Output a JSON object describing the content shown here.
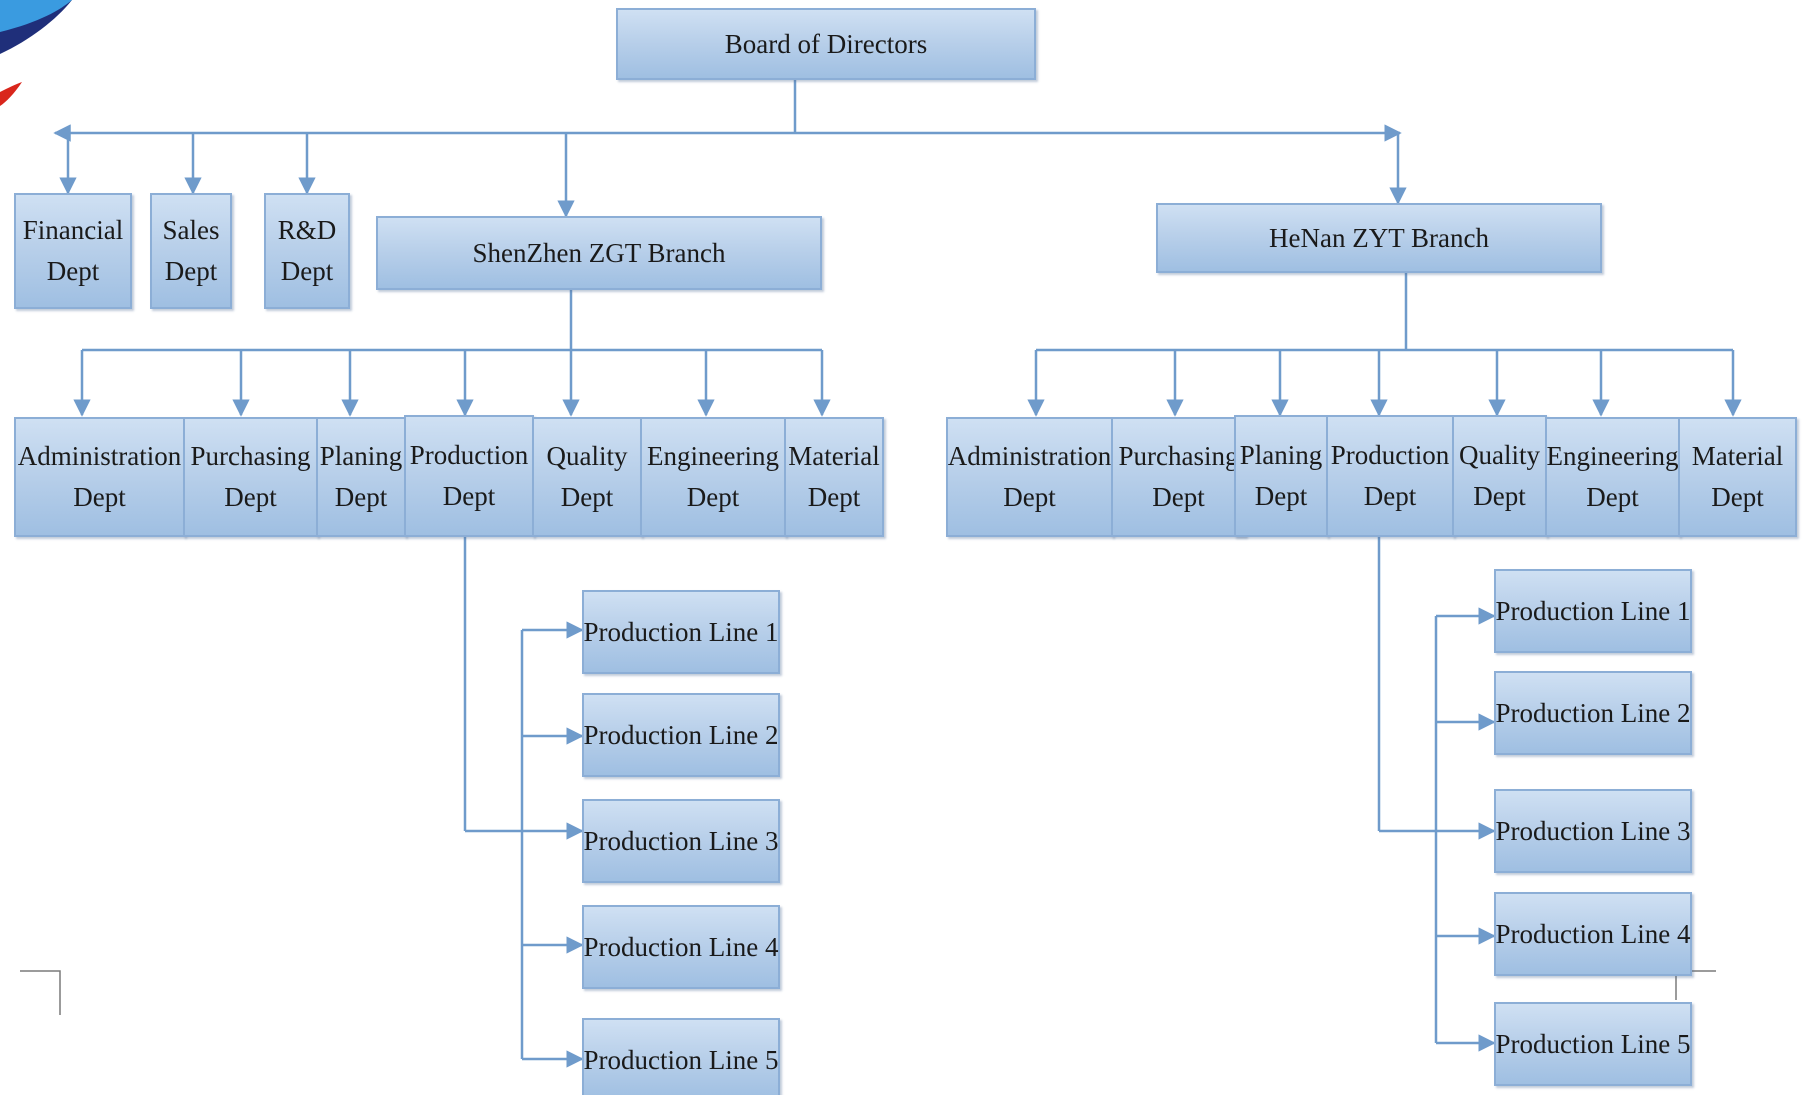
{
  "root": {
    "label": "Board of Directors"
  },
  "hq_departments": [
    {
      "line1": "Financial",
      "line2": "Dept"
    },
    {
      "line1": "Sales",
      "line2": "Dept"
    },
    {
      "line1": "R&D",
      "line2": "Dept"
    }
  ],
  "branches": [
    {
      "name": "ShenZhen ZGT Branch",
      "departments": [
        {
          "line1": "Administration",
          "line2": "Dept"
        },
        {
          "line1": "Purchasing",
          "line2": "Dept"
        },
        {
          "line1": "Planing",
          "line2": "Dept"
        },
        {
          "line1": "Production",
          "line2": "Dept"
        },
        {
          "line1": "Quality",
          "line2": "Dept"
        },
        {
          "line1": "Engineering",
          "line2": "Dept"
        },
        {
          "line1": "Material",
          "line2": "Dept"
        }
      ],
      "production_lines": [
        "Production Line 1",
        "Production Line 2",
        "Production Line 3",
        "Production Line 4",
        "Production Line 5"
      ]
    },
    {
      "name": "HeNan ZYT Branch",
      "departments": [
        {
          "line1": "Administration",
          "line2": "Dept"
        },
        {
          "line1": "Purchasing",
          "line2": "Dept"
        },
        {
          "line1": "Planing",
          "line2": "Dept"
        },
        {
          "line1": "Production",
          "line2": "Dept"
        },
        {
          "line1": "Quality",
          "line2": "Dept"
        },
        {
          "line1": "Engineering",
          "line2": "Dept"
        },
        {
          "line1": "Material",
          "line2": "Dept"
        }
      ],
      "production_lines": [
        "Production Line 1",
        "Production Line 2",
        "Production Line 3",
        "Production Line 4",
        "Production Line 5"
      ]
    }
  ],
  "colors": {
    "box_fill": "#b9d0ea",
    "box_border": "#8caed6",
    "connector": "#6f9bcb",
    "text": "#1a1a1a"
  }
}
